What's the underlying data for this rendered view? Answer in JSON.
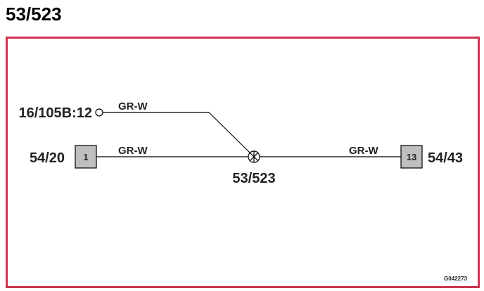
{
  "title": "53/523",
  "diagram": {
    "splice": {
      "label": "53/523"
    },
    "connectors": {
      "left_open": {
        "label": "16/105B:12"
      },
      "left_box": {
        "label": "54/20",
        "pin": "1"
      },
      "right_box": {
        "label": "54/43",
        "pin": "13"
      }
    },
    "wires": {
      "upper": {
        "color_code": "GR-W"
      },
      "left": {
        "color_code": "GR-W"
      },
      "right": {
        "color_code": "GR-W"
      }
    },
    "reference_code": "G042273"
  },
  "colors": {
    "frame_border": "#cc3350",
    "pin_fill": "#bfbfbf",
    "line": "#000000"
  }
}
